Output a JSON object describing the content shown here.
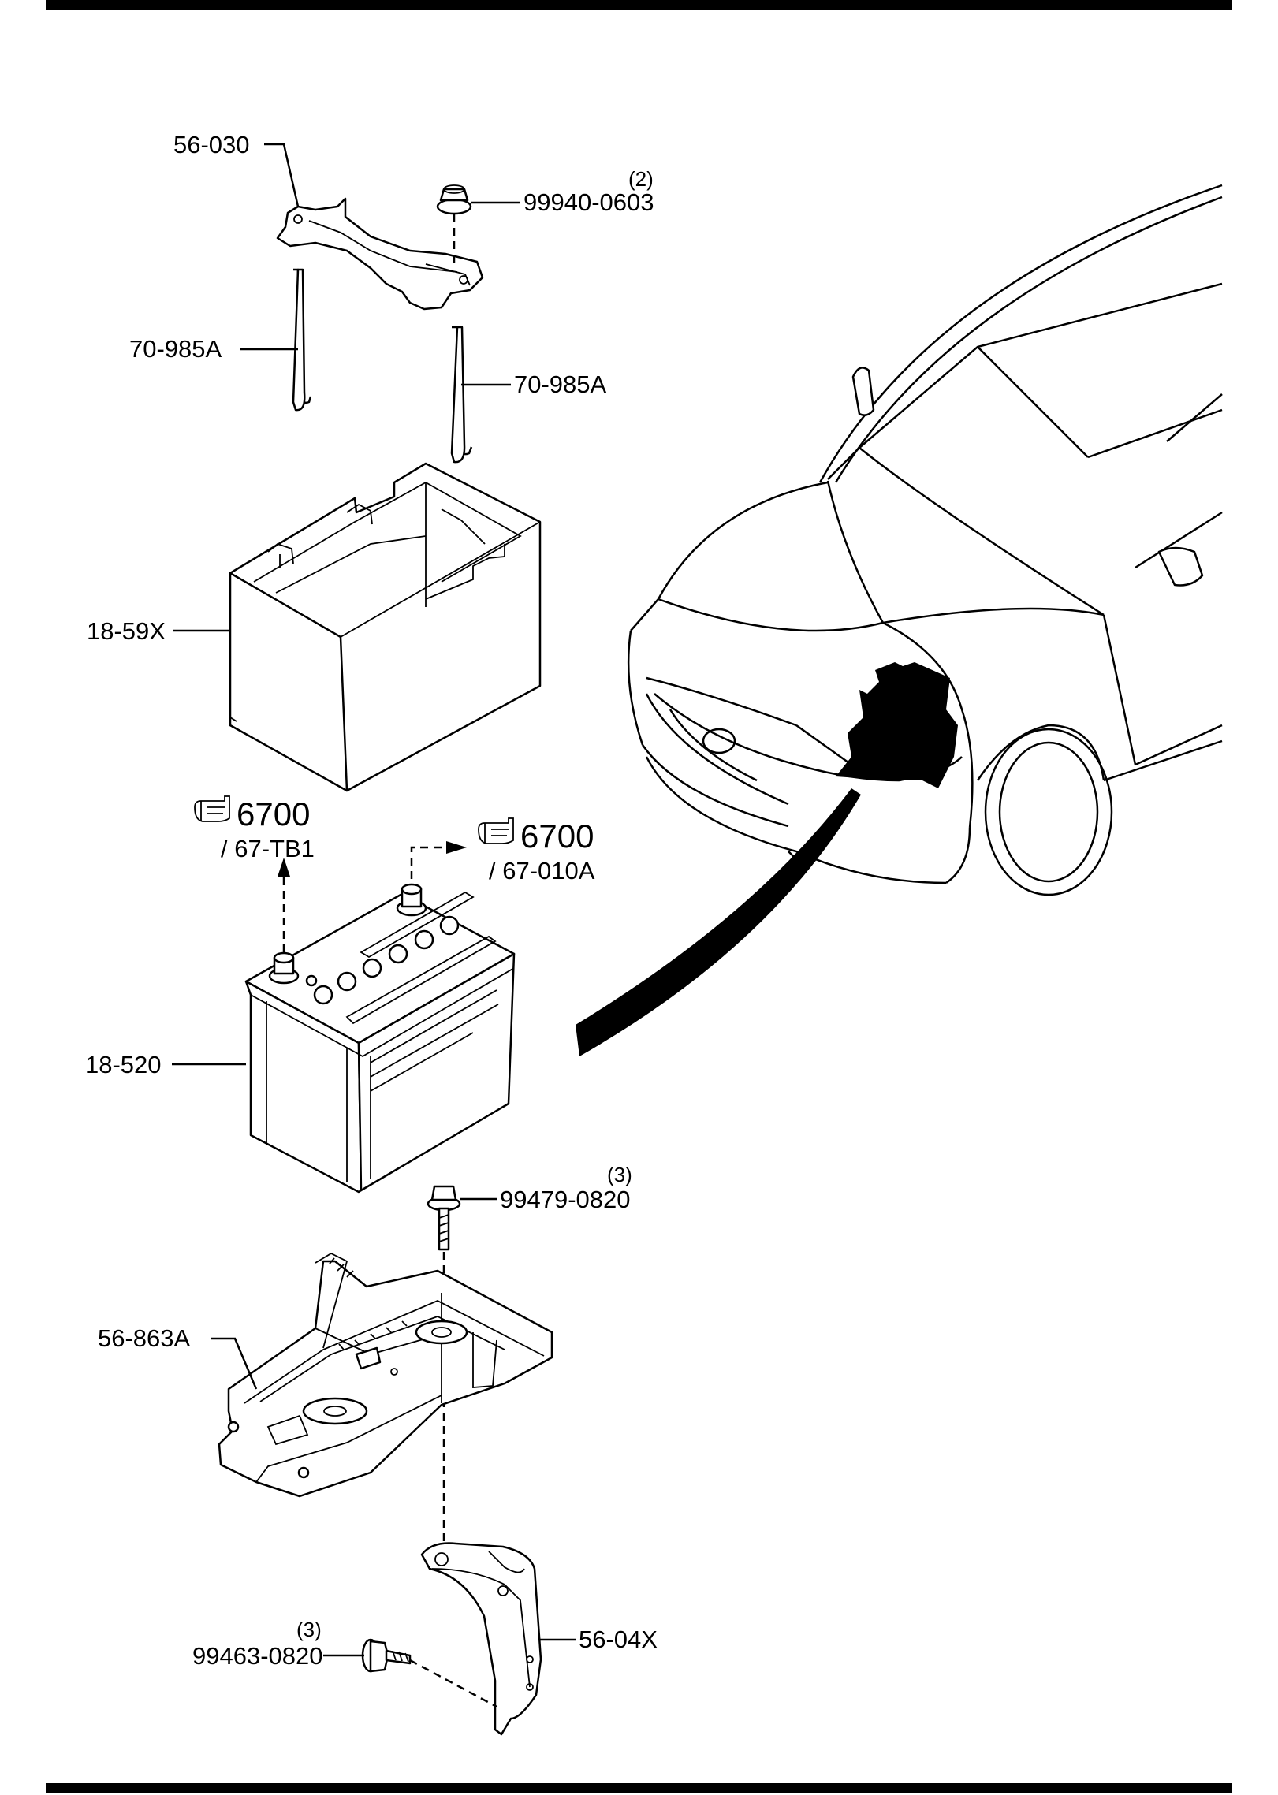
{
  "labels": {
    "stay": "56-030",
    "nut_part": "99940-0603",
    "nut_qty": "(2)",
    "rod_left": "70-985A",
    "rod_right": "70-985A",
    "battery_cover": "18-59X",
    "battery": "18-520",
    "bolt_top_part": "99479-0820",
    "bolt_top_qty": "(3)",
    "battery_tray": "56-863A",
    "bracket": "56-04X",
    "bolt_bottom_part": "99463-0820",
    "bolt_bottom_qty": "(3)"
  },
  "references": {
    "left": {
      "section": "6700",
      "sub": "/ 67-TB1"
    },
    "right": {
      "section": "6700",
      "sub": "/ 67-010A"
    }
  },
  "icons": {
    "reference": "pointing-hand-icon"
  }
}
